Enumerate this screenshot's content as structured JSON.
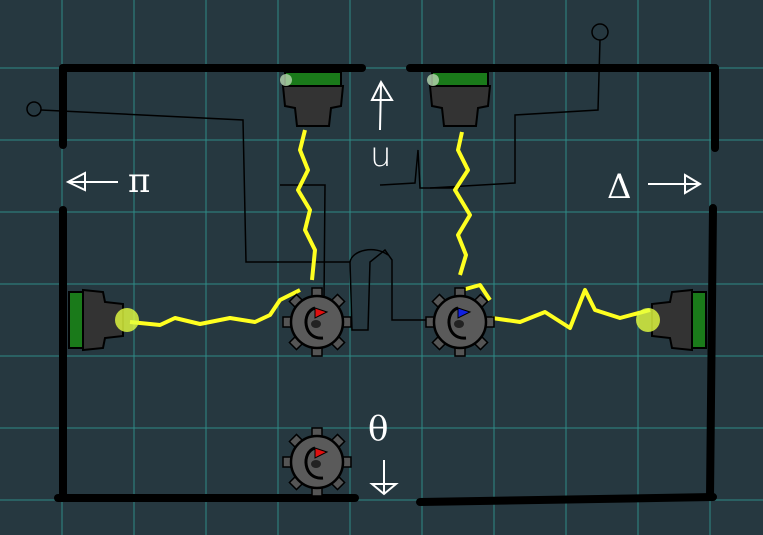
{
  "exits": {
    "left": {
      "symbol": "π"
    },
    "top": {
      "symbol": "u"
    },
    "right": {
      "symbol": "Δ"
    },
    "bottom": {
      "symbol": "θ"
    }
  },
  "gears": [
    {
      "pointer_color": "#e01010"
    },
    {
      "pointer_color": "#1020e0"
    },
    {
      "pointer_color": "#e01010"
    }
  ],
  "colors": {
    "background": "#263840",
    "grid": "#2f8a86",
    "lightning": "#ffff20",
    "wall": "#000000"
  }
}
